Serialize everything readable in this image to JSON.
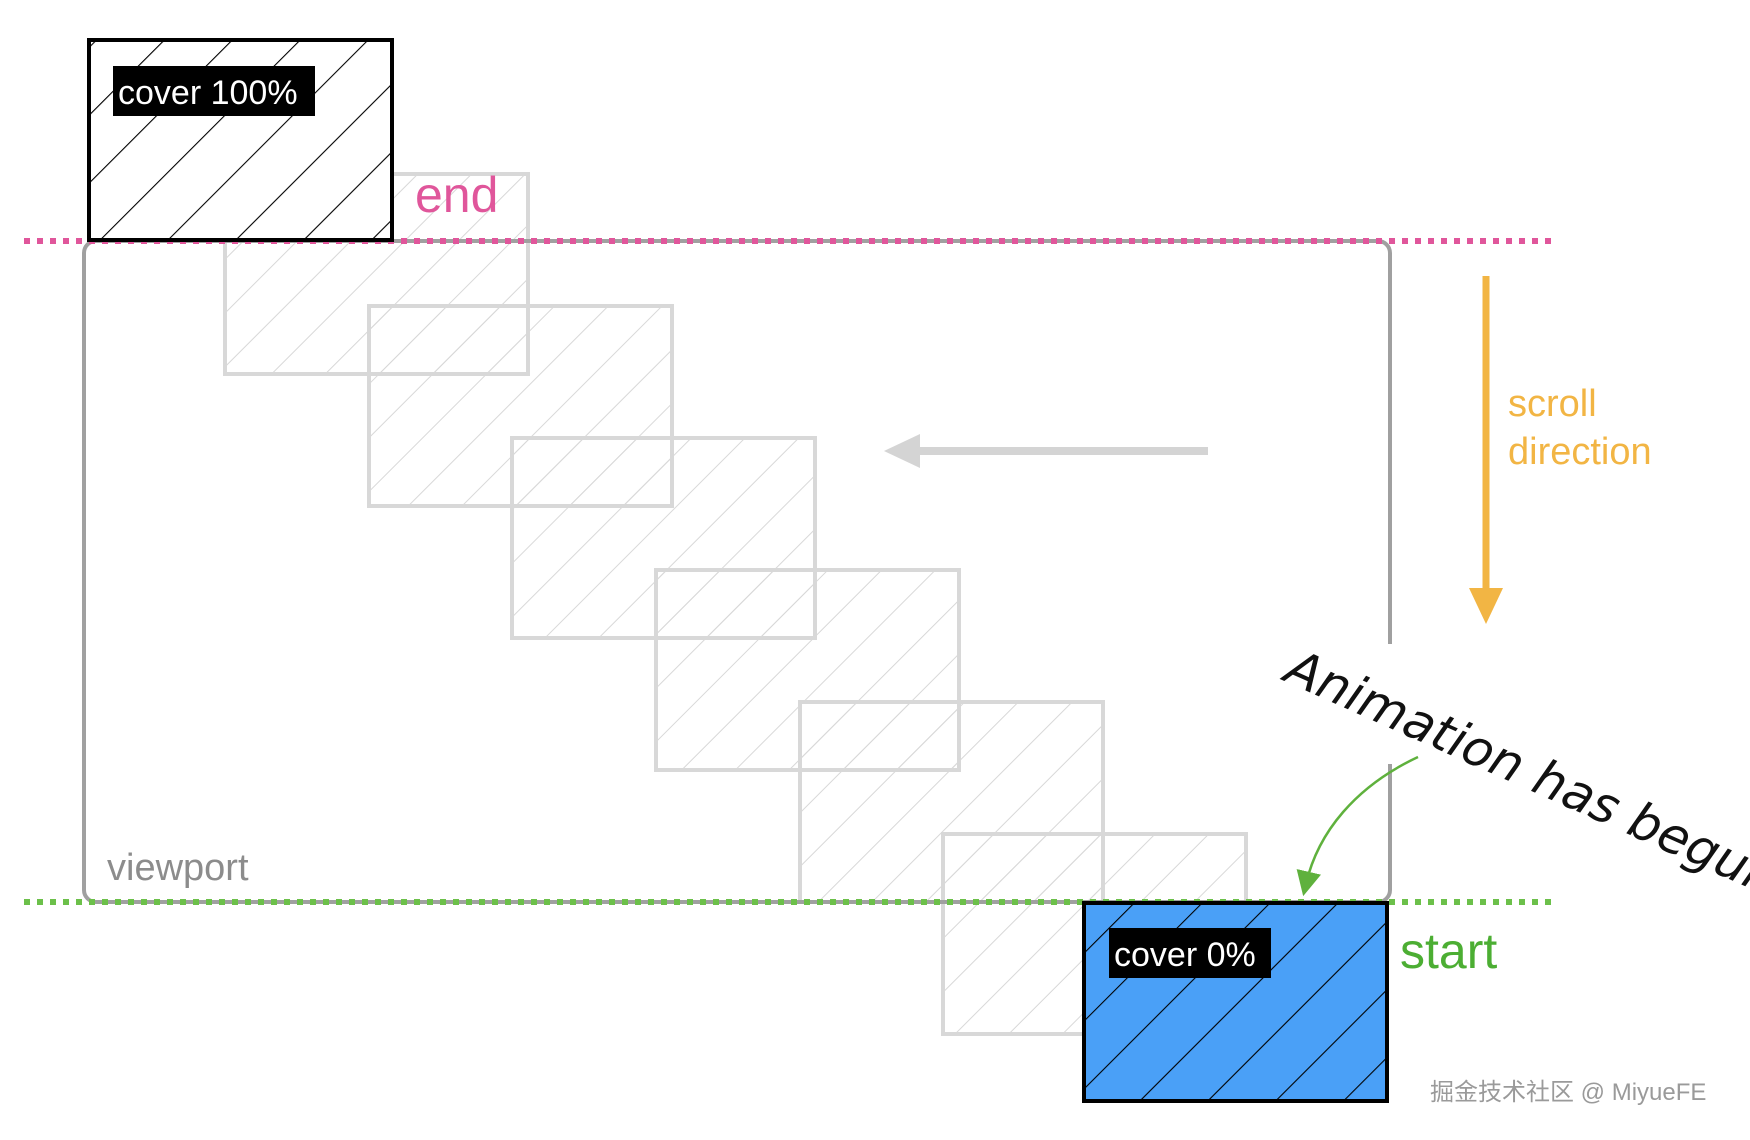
{
  "labels": {
    "cover_end": "cover 100%",
    "cover_start": "cover 0%",
    "end": "end",
    "start": "start",
    "scroll_line1": "scroll",
    "scroll_line2": "direction",
    "viewport": "viewport",
    "annotation": "Animation has begun!",
    "watermark": "掘金技术社区 @ MiyueFE"
  },
  "colors": {
    "end_line": "#e0569b",
    "start_line": "#6cc04a",
    "start_text": "#4cae33",
    "scroll_arrow": "#f2b544",
    "viewport_border": "#a0a0a0",
    "viewport_text": "#8c8c8c",
    "ghost_box": "#d8d8d8",
    "ghost_arrow": "#d4d4d4",
    "active_fill": "#4aa0f7",
    "box_border": "#000000",
    "label_bg": "#000000",
    "label_text": "#ffffff",
    "annotation_text": "#111111",
    "annotation_arrow": "#5fb13d",
    "watermark_text": "#9a9a9a"
  }
}
